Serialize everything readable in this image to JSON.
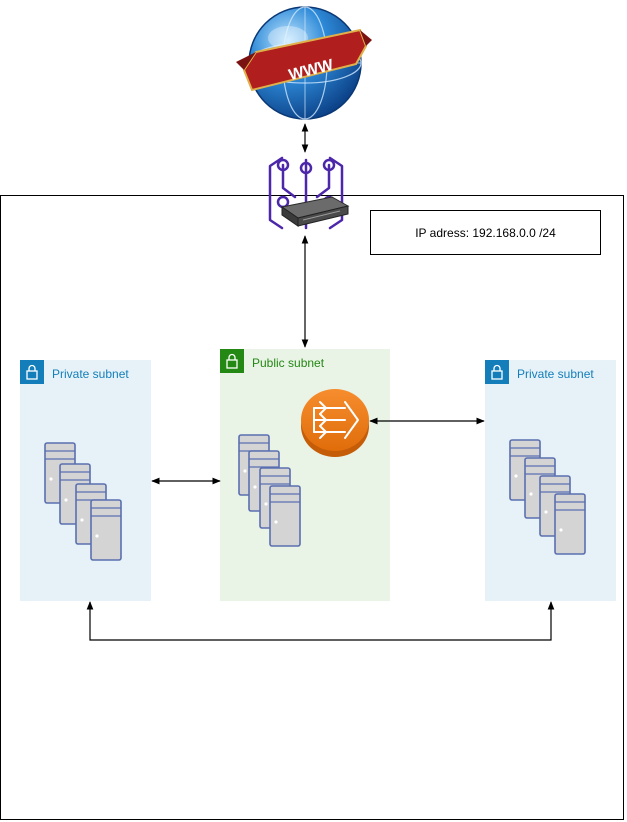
{
  "ip_box": {
    "text": "IP adress: 192.168.0.0 /24"
  },
  "internet": {
    "label": "WWW",
    "icon": "internet-globe-icon"
  },
  "router": {
    "icon": "router-icon"
  },
  "subnets": {
    "left": {
      "label": "Private subnet",
      "icon": "lock-icon"
    },
    "middle": {
      "label": "Public subnet",
      "icon": "lock-icon"
    },
    "right": {
      "label": "Private subnet",
      "icon": "lock-icon"
    }
  },
  "nat": {
    "icon": "nat-gateway-icon"
  },
  "colors": {
    "private_fill": "#e6f2f8",
    "private_accent": "#147eba",
    "public_fill": "#e9f3e6",
    "public_accent": "#248814",
    "router_purple": "#4d27aa",
    "nat_orange": "#ed7100",
    "server_fill": "#d4d4d4",
    "server_stroke": "#5a6fb0"
  }
}
